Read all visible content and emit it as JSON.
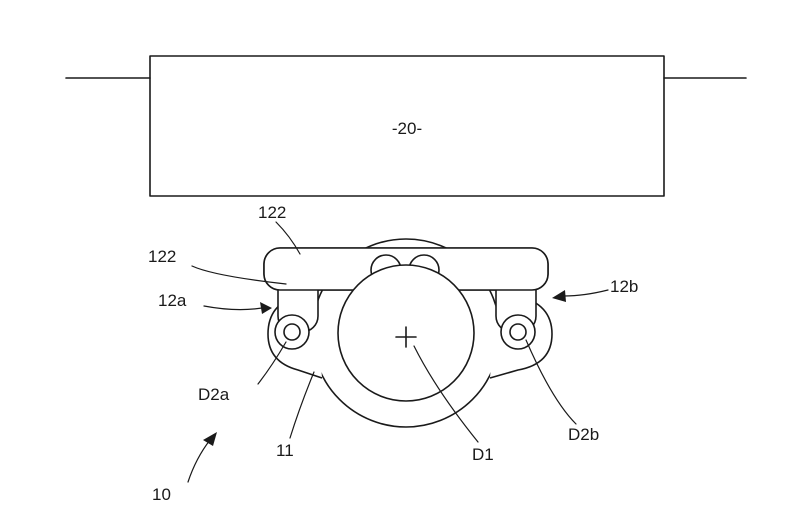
{
  "labels": {
    "block": "-20-",
    "link_top": "122",
    "link_left": "122",
    "arm_left": "12a",
    "arm_right": "12b",
    "pivot_left": "D2a",
    "pivot_right": "D2b",
    "ring": "11",
    "center": "D1",
    "assembly": "10"
  },
  "colors": {
    "line": "#1a1a1a",
    "background": "#ffffff"
  }
}
